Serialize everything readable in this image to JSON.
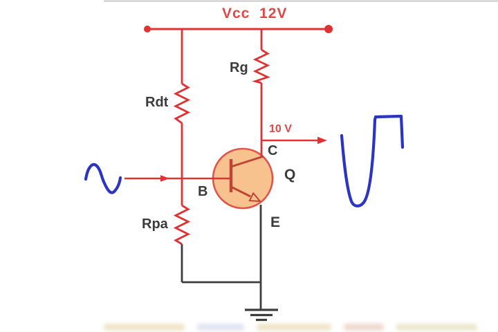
{
  "labels": {
    "vcc": "Vcc  12V",
    "output_voltage": "10 V",
    "r_divider_top": "Rdt",
    "r_collector": "Rg",
    "r_divider_bottom": "Rpa",
    "base": "B",
    "collector": "C",
    "emitter": "E",
    "transistor": "Q"
  },
  "colors": {
    "red": "#e03232",
    "red_text": "#e04848",
    "label": "#3b3b3b",
    "dark_wire": "#3d3d3d",
    "blue": "#2c34c2",
    "transistor_fill": "#f8c28e",
    "transistor_border": "#e2544a",
    "transistor_inner": "#bf4433"
  }
}
